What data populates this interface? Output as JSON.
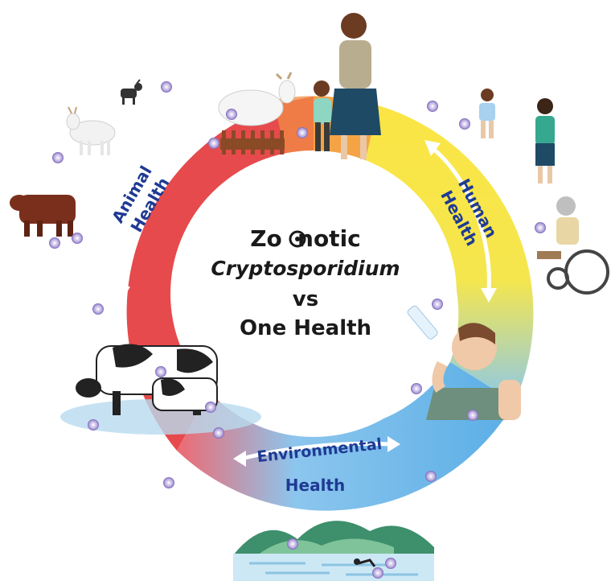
{
  "center": {
    "line1_prefix": "Zo",
    "line1_suffix": "notic",
    "line2": "Cryptosporidium",
    "line3": "vs",
    "line4": "One Health"
  },
  "segments": {
    "animal": {
      "line1": "Animal",
      "line2": "Health",
      "color": "#e94b4b"
    },
    "human": {
      "line1": "Human",
      "line2": "Health",
      "color": "#f7d93a"
    },
    "environmental": {
      "line1": "Environmental",
      "line2": "Health",
      "color": "#6cb6e8"
    }
  },
  "colors": {
    "label_text": "#1f3a93",
    "parasite": "#9b8bc4",
    "arrow": "#ffffff"
  }
}
